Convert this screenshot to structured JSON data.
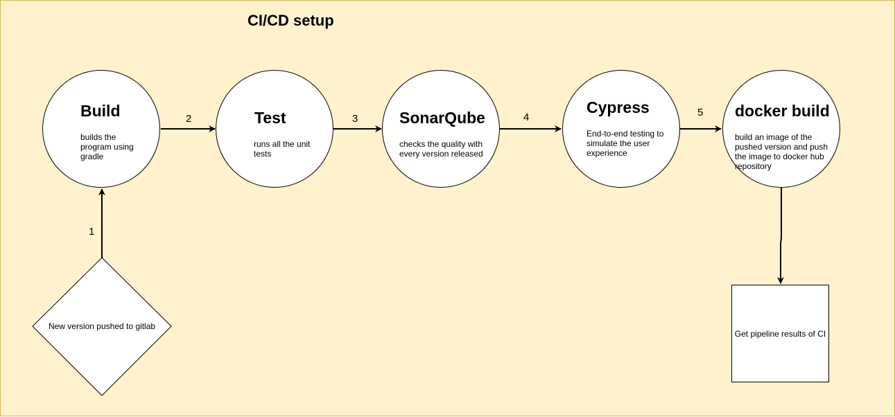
{
  "title": "CI/CD setup",
  "trigger": {
    "label": "New version pushed to gitlab"
  },
  "stages": [
    {
      "title": "Build",
      "description": "builds the program using gradle"
    },
    {
      "title": "Test",
      "description": "runs all the unit tests"
    },
    {
      "title": "SonarQube",
      "description": "checks the quality with every version released"
    },
    {
      "title": "Cypress",
      "description": "End-to-end testing to simulate the user experience"
    },
    {
      "title": "docker build",
      "description": "build an image of the pushed version and push the image to docker hub repository"
    }
  ],
  "edge_labels": [
    "1",
    "2",
    "3",
    "4",
    "5"
  ],
  "result": {
    "label": "Get pipeline results of CI"
  },
  "colors": {
    "background": "#FFF2CC",
    "border": "#D6B656",
    "node_fill": "#FFFFFF",
    "stroke": "#000000"
  }
}
